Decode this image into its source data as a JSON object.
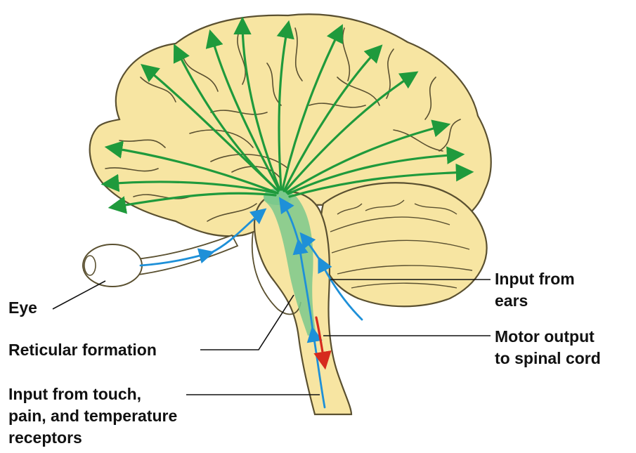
{
  "labels": {
    "eye": "Eye",
    "reticular": "Reticular formation",
    "touch": [
      "Input from touch,",
      "pain, and temperature",
      "receptors"
    ],
    "ears": [
      "Input from",
      "ears"
    ],
    "motor": [
      "Motor output",
      "to spinal cord"
    ]
  },
  "colors": {
    "brain_fill": "#f7e5a2",
    "outline": "#5a5030",
    "pathway_green": "#1f9a3c",
    "reticular_band": "#7cc98c",
    "sensory_blue": "#1e90d8",
    "motor_red": "#d62a1e",
    "leader_line": "#111111"
  },
  "icons": {
    "ascending_arrow": "green-arrow-icon",
    "sensory_arrow": "blue-arrow-icon",
    "motor_arrow": "red-arrow-icon"
  }
}
